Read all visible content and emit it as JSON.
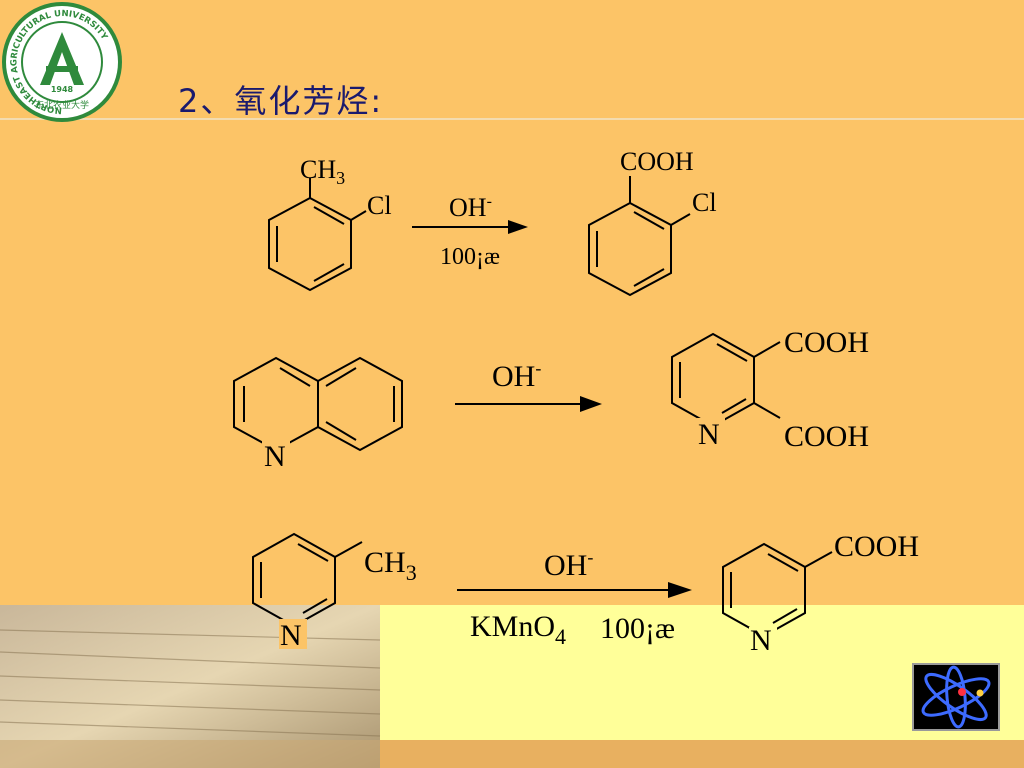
{
  "title": "2、氧化芳烃:",
  "logo": {
    "ring_text": "NORTHEAST AGRICULTURAL UNIVERSITY",
    "year": "1948",
    "chinese_name": "东北农业大学"
  },
  "reactions": [
    {
      "reactant_labels": {
        "substituent_top": "CH",
        "substituent_top_sub": "3",
        "substituent_side": "Cl"
      },
      "conditions_top": "OH",
      "conditions_top_sup": "-",
      "conditions_bottom": "100¡æ",
      "product_labels": {
        "substituent_top": "COOH",
        "substituent_side": "Cl"
      }
    },
    {
      "reactant_labels": {
        "heteroatom": "N"
      },
      "conditions_top": "OH",
      "conditions_top_sup": "-",
      "product_labels": {
        "group_1": "COOH",
        "group_2": "COOH",
        "heteroatom": "N"
      }
    },
    {
      "reactant_labels": {
        "substituent": "CH",
        "substituent_sub": "3",
        "heteroatom": "N"
      },
      "conditions_top": "OH",
      "conditions_top_sup": "-",
      "conditions_bottom_reagent": "KMnO",
      "conditions_bottom_reagent_sub": "4",
      "conditions_bottom_temp": "100¡æ",
      "product_labels": {
        "substituent": "COOH",
        "heteroatom": "N"
      }
    }
  ],
  "colors": {
    "background": "#fcc467",
    "title": "#1a1a6e",
    "logo_green": "#2f8a3c",
    "footer_yellow": "#ffff99",
    "footer_band": "#e8b060"
  },
  "icons": {
    "corner": "atom-icon",
    "footer": "stacked-books-photo"
  }
}
